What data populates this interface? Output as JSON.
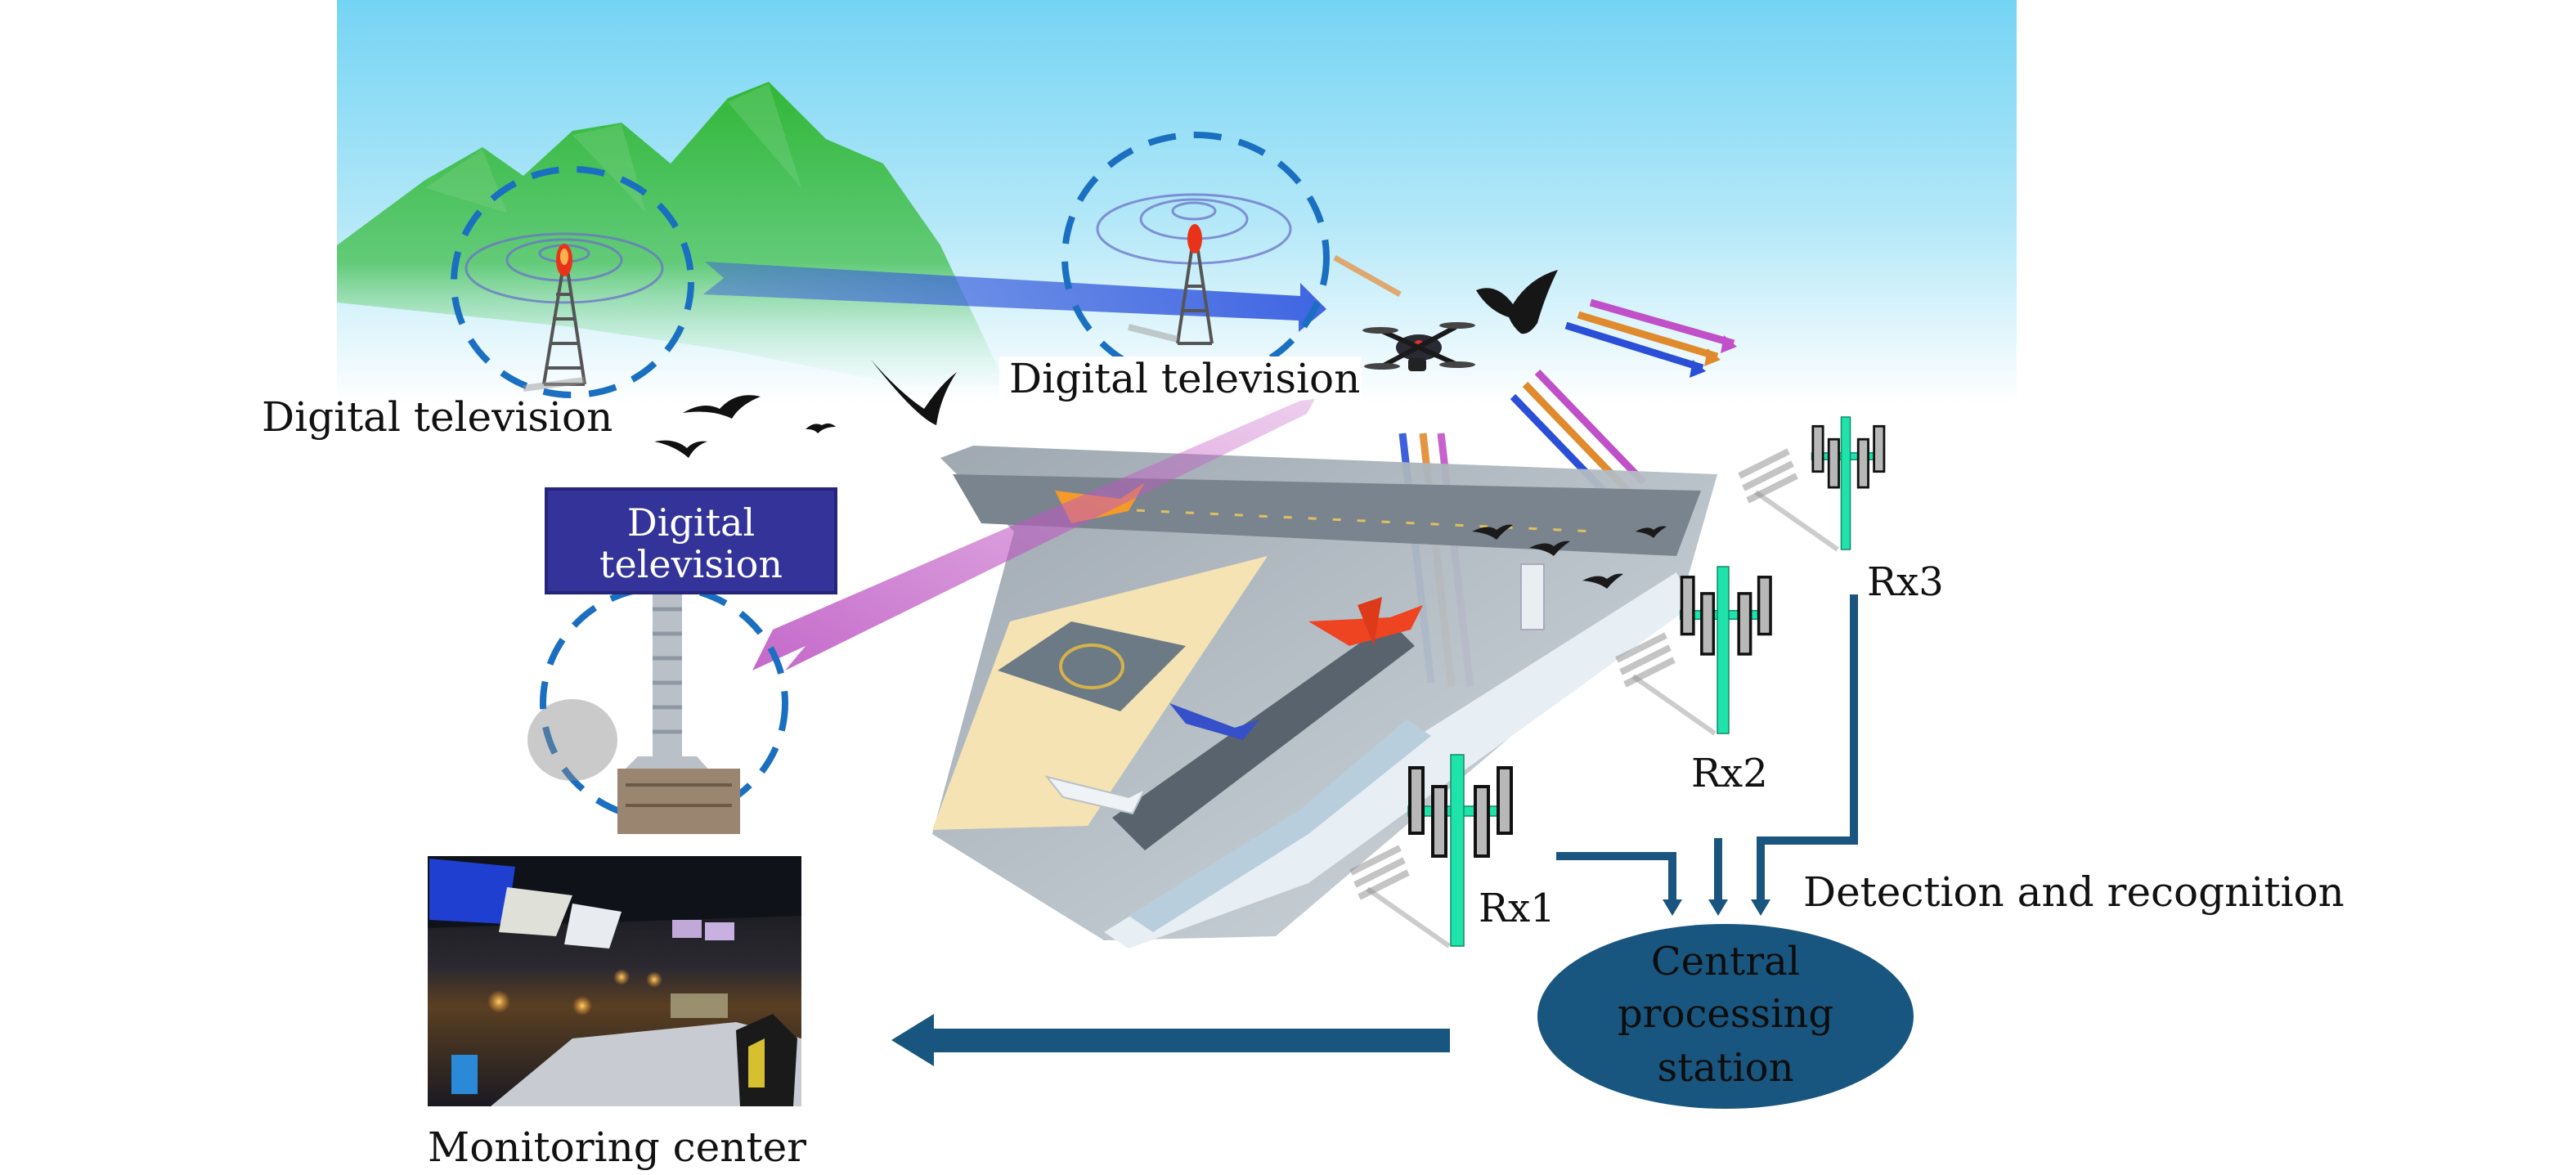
{
  "figure": {
    "title": "Passive radar bird/drone detection system using digital television illuminators at an airport"
  },
  "colors": {
    "sky_top": "#74d4f4",
    "sky_bottom": "#ffffff",
    "mountain": "#2cb52c",
    "coverage_ring": "#1a6fc0",
    "tv_box": "#333399",
    "receiver_mast": "#1ee3aa",
    "flow_line": "#1a5580",
    "station_fill": "#19567f",
    "signal_blue": "#2a4fd6",
    "signal_orange": "#e08a2e",
    "signal_magenta": "#bf5cbf"
  },
  "transmitters": [
    {
      "id": "tv1",
      "label": "Digital television",
      "style": "plain"
    },
    {
      "id": "tv2",
      "label": "Digital television",
      "style": "white-box"
    },
    {
      "id": "tv3",
      "label_line1": "Digital",
      "label_line2": "television",
      "style": "blue-box"
    }
  ],
  "targets": [
    {
      "id": "drone",
      "label": "drone-icon"
    },
    {
      "id": "bird-large",
      "label": "bird-icon"
    },
    {
      "id": "bird-flock",
      "label": "bird-flock-icon"
    }
  ],
  "receivers": [
    {
      "id": "rx1",
      "label": "Rx1"
    },
    {
      "id": "rx2",
      "label": "Rx2"
    },
    {
      "id": "rx3",
      "label": "Rx3"
    }
  ],
  "processing": {
    "line1": "Central",
    "line2": "processing",
    "line3": "station",
    "annotation": "Detection and recognition"
  },
  "monitoring": {
    "label": "Monitoring center"
  }
}
